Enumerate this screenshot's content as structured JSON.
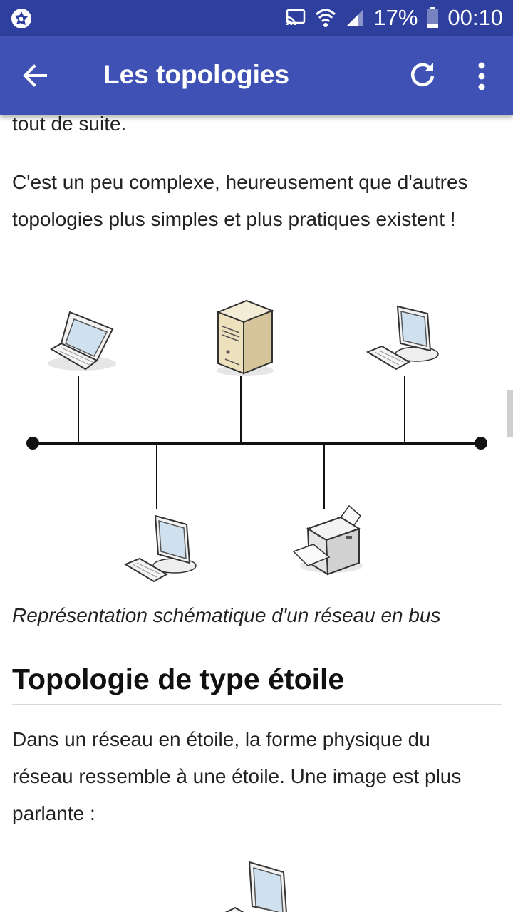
{
  "status_bar": {
    "battery": "17%",
    "time": "00:10",
    "icons": [
      "aperture-icon",
      "cast-icon",
      "wifi-icon",
      "signal-icon",
      "battery-icon"
    ]
  },
  "app_bar": {
    "title": "Les topologies",
    "icons": [
      "back-arrow-icon",
      "refresh-icon",
      "more-vert-icon"
    ]
  },
  "article": {
    "intro_tail": "tout de suite.",
    "para_complex": "C'est un peu complexe, heureusement que d'autres topologies plus simples et plus pratiques existent !",
    "bus_caption": "Représentation schématique d'un réseau en bus",
    "star_heading": "Topologie de type étoile",
    "star_para": "Dans un réseau en étoile, la forme physique du réseau ressemble à une étoile. Une image est plus parlante :"
  },
  "colors": {
    "status_bar": "#2f3f9e",
    "app_bar": "#3f51b5",
    "text": "#222222"
  }
}
